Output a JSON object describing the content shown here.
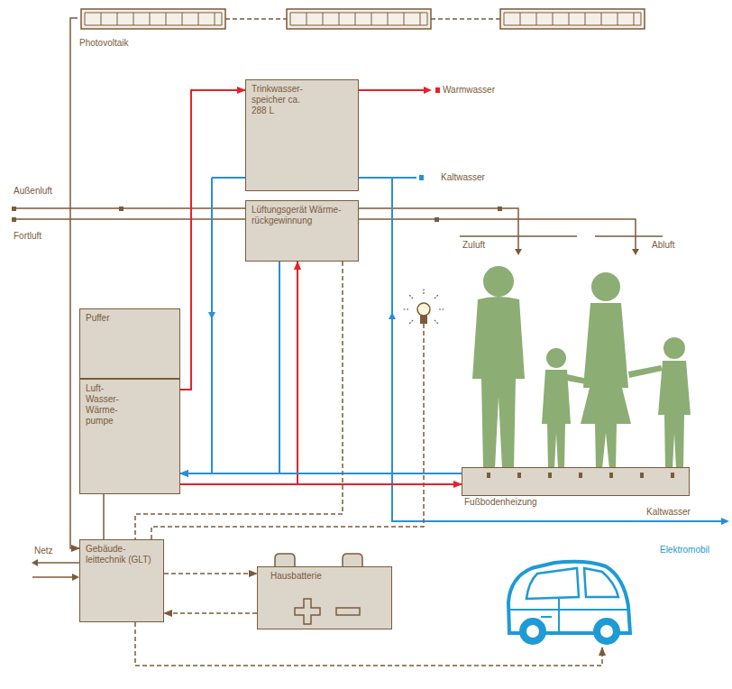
{
  "diagram": {
    "nodes": [
      {
        "text": [
          "Photovoltaik"
        ]
      },
      {
        "text": [
          "Trinkwasser- speicher ca. 288 L"
        ]
      },
      {
        "text": [
          "Lüftungsgerät Wärme- rückgewinnung"
        ]
      },
      {
        "text": [
          "Puffer"
        ]
      },
      {
        "text": [
          "Luft- Wasser- Wärme- pumpe"
        ]
      },
      {
        "text": [
          "Fußbodenheizung"
        ]
      },
      {
        "text": [
          "Gebäude- leittechnik (GLT)"
        ]
      },
      {
        "text": [
          "Hausbatterie"
        ]
      },
      {
        "text": [
          "Elektromobil"
        ]
      }
    ],
    "edges": [
      {
        "from": 0,
        "to": 6,
        "arrow": "to"
      },
      {
        "from": 4,
        "to": 1,
        "arrow": "to"
      },
      {
        "from": 4,
        "to": 2,
        "arrow": "to"
      },
      {
        "from": 2,
        "to": 4,
        "arrow": "to"
      },
      {
        "from": 4,
        "to": 5,
        "arrow": "to"
      },
      {
        "from": 5,
        "to": 4,
        "arrow": "to"
      },
      {
        "from": 4,
        "to": 6,
        "arrow": "none"
      },
      {
        "from": 2,
        "to": 6,
        "arrow": "none"
      },
      {
        "from": 6,
        "to": 7,
        "arrow": "to"
      },
      {
        "from": 7,
        "to": 6,
        "arrow": "to"
      },
      {
        "from": 6,
        "to": 8,
        "arrow": "to"
      }
    ],
    "labels": [
      "Warmwasser",
      "Kaltwasser",
      "Außenluft",
      "Fortluft",
      "Zuluft",
      "Abluft",
      "Kaltwasser",
      "Netz"
    ]
  }
}
